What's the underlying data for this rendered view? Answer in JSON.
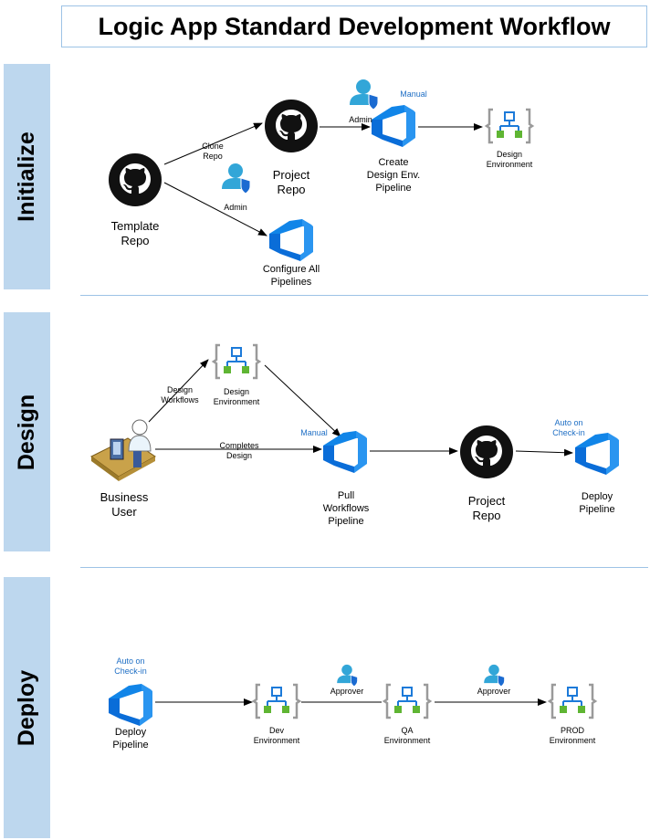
{
  "title": "Logic App Standard Development Workflow",
  "sections": {
    "initialize": "Initialize",
    "design": "Design",
    "deploy": "Deploy"
  },
  "initialize": {
    "template_repo": [
      "Template",
      "Repo"
    ],
    "project_repo": [
      "Project",
      "Repo"
    ],
    "create_pipeline": [
      "Create",
      "Design Env.",
      "Pipeline"
    ],
    "design_env": [
      "Design",
      "Environment"
    ],
    "configure_pipelines": [
      "Configure All",
      "Pipelines"
    ],
    "clone_repo": [
      "Clone",
      "Repo"
    ],
    "admin_top": "Admin",
    "admin_mid": "Admin",
    "manual": "Manual"
  },
  "design": {
    "design_env": [
      "Design",
      "Environment"
    ],
    "design_workflows": [
      "Design",
      "Workflows"
    ],
    "business_user": [
      "Business",
      "User"
    ],
    "completes_design": [
      "Completes",
      "Design"
    ],
    "manual": "Manual",
    "pull_pipeline": [
      "Pull",
      "Workflows",
      "Pipeline"
    ],
    "project_repo": [
      "Project",
      "Repo"
    ],
    "auto_checkin": [
      "Auto on",
      "Check-in"
    ],
    "deploy_pipeline": [
      "Deploy",
      "Pipeline"
    ]
  },
  "deploy": {
    "auto_checkin": [
      "Auto on",
      "Check-in"
    ],
    "deploy_pipeline": [
      "Deploy",
      "Pipeline"
    ],
    "dev_env": [
      "Dev",
      "Environment"
    ],
    "approver_1": "Approver",
    "qa_env": [
      "QA",
      "Environment"
    ],
    "approver_2": "Approver",
    "prod_env": [
      "PROD",
      "Environment"
    ]
  },
  "colors": {
    "band": "#bdd7ee",
    "separator": "#9dc3e6",
    "azure_devops_blue": "#0a6dd8",
    "environment_blue": "#1c7ad9",
    "environment_green": "#5fb533",
    "person_teal": "#32a6d8",
    "shield_blue": "#1b6bd1",
    "annotation_blue": "#1f6fc5"
  },
  "icons": [
    "github-icon",
    "azure-devops-pipeline-icon",
    "environment-icon",
    "admin-user-icon",
    "business-user-icon"
  ]
}
